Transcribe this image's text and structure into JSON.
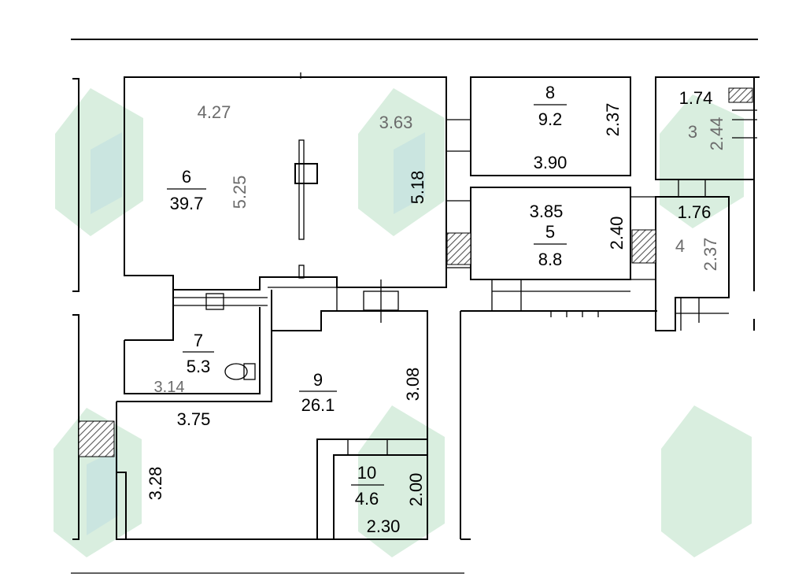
{
  "rooms": [
    {
      "id": "6",
      "number": "6",
      "area": "39.7"
    },
    {
      "id": "7",
      "number": "7",
      "area": "5.3"
    },
    {
      "id": "8",
      "number": "8",
      "area": "9.2"
    },
    {
      "id": "3",
      "number": "3"
    },
    {
      "id": "5",
      "number": "5",
      "area": "8.8"
    },
    {
      "id": "4",
      "number": "4"
    },
    {
      "id": "9",
      "number": "9",
      "area": "26.1"
    },
    {
      "id": "10",
      "number": "10",
      "area": "4.6"
    }
  ],
  "dimensions": {
    "d_4_27": "4.27",
    "d_3_63": "3.63",
    "d_5_25": "5.25",
    "d_5_18": "5.18",
    "d_2_37_a": "2.37",
    "d_3_90": "3.90",
    "d_1_74": "1.74",
    "d_2_44": "2.44",
    "d_3_85": "3.85",
    "d_2_40": "2.40",
    "d_1_76": "1.76",
    "d_2_37_b": "2.37",
    "d_3_14": "3.14",
    "d_3_75": "3.75",
    "d_3_08": "3.08",
    "d_3_28": "3.28",
    "d_2_00": "2.00",
    "d_2_30": "2.30"
  },
  "colors": {
    "wall": "#000000",
    "hatch": "#555555",
    "watermark": "#2f9e4f"
  }
}
